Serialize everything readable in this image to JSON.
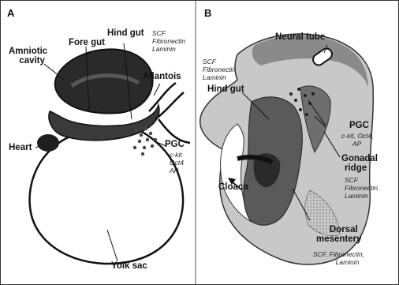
{
  "panels": {
    "a": "A",
    "b": "B"
  },
  "panel_a": {
    "amniotic_cavity": [
      "Amniotic",
      "cavity"
    ],
    "fore_gut": "Fore gut",
    "hind_gut": "Hind gut",
    "hind_gut_markers": [
      "SCF",
      "Fibronectin",
      "Laminin"
    ],
    "allantois": "Allantois",
    "heart": "Heart",
    "pgc": "PGC",
    "pgc_markers": [
      "c-kit",
      "Oct4",
      "AP"
    ],
    "yolk_sac": "Yolk sac"
  },
  "panel_b": {
    "neural_tube": "Neural tube",
    "scf_markers": [
      "SCF",
      "Fibronectin",
      "Laminin"
    ],
    "hind_gut": "Hind gut",
    "pgc": "PGC",
    "pgc_markers": "c-kit, Oct4,",
    "pgc_markers_2": "AP",
    "gonadal_ridge": [
      "Gonadal",
      "ridge"
    ],
    "gonadal_markers": [
      "SCF",
      "Fibronectin",
      "Laminin"
    ],
    "cloaca": "Cloaca",
    "dorsal_mesentery": [
      "Dorsal",
      "mesentery"
    ],
    "mesentery_markers": [
      "SCF, Fibronectin,",
      "Laminin"
    ]
  },
  "colors": {
    "ink": "#111111",
    "dark_fill": "#2a2a2a",
    "mid_gray": "#8a8a8a",
    "light_gray": "#c8c8c8"
  }
}
